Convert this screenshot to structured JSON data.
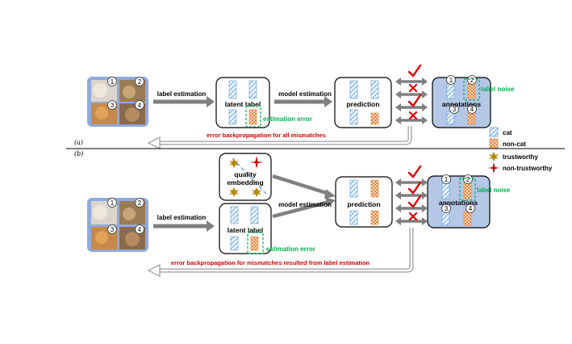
{
  "panel_a": {
    "tag": "(a)",
    "arrow_label_estimation": "label estimation",
    "box_latent_label": "latent label",
    "arrow_model_estimation": "model estimation",
    "box_prediction": "prediction",
    "box_annotations": "annotations",
    "label_noise": "label noise",
    "estimation_error": "estimation error",
    "error_backprop": "error backpropagation for all mismatches",
    "image_numbers": [
      "1",
      "2",
      "3",
      "4"
    ],
    "comparison_marks": [
      "check",
      "cross",
      "check",
      "cross"
    ]
  },
  "panel_b": {
    "tag": "(b)",
    "quality_embedding_line1": "quality",
    "quality_embedding_line2": "embedding",
    "arrow_label_estimation": "label estimation",
    "box_latent_label": "latent label",
    "arrow_model_estimation": "model estimation",
    "box_prediction": "prediction",
    "box_annotations": "annotations",
    "label_noise": "label noise",
    "estimation_error": "estimation error",
    "error_backprop": "error backpropagation for mismatches resulted from label estimation",
    "image_numbers": [
      "1",
      "2",
      "3",
      "4"
    ],
    "comparison_marks": [
      "check",
      "check",
      "check",
      "cross"
    ]
  },
  "legend": {
    "cat": "cat",
    "non_cat": "non-cat",
    "trustworthy": "trustworthy",
    "non_trustworthy": "non-trustworthy"
  },
  "colors": {
    "cat_hatch": "#5b9bd5",
    "noncat_hatch": "#ed7d31",
    "green_text": "#00b050",
    "red_text": "#e00000",
    "annotation_fill": "#b4c7e7",
    "image_panel_fill": "#8faadc",
    "gold_star": "#b8860b",
    "red_star": "#c00000"
  }
}
